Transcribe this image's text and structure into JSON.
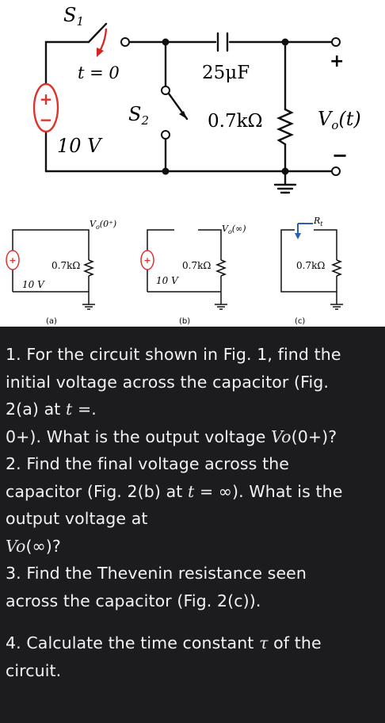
{
  "figure": {
    "fig1": {
      "switch1_label": "S",
      "switch1_sub": "1",
      "switch1_time": "t = 0",
      "switch2_label": "S",
      "switch2_sub": "2",
      "capacitor_label": "25μF",
      "resistor_label": "0.7kΩ",
      "source_label": "10 V",
      "output_label": "V",
      "output_sub": "o",
      "output_arg": "(t)",
      "plus_sign": "+",
      "minus_sign": "−"
    },
    "fig2a": {
      "top_label": "V",
      "top_sub": "o",
      "top_arg": "(0⁺)",
      "resistor_label": "0.7kΩ",
      "source_label": "10 V",
      "caption": "(a)"
    },
    "fig2b": {
      "top_label": "V",
      "top_sub": "o",
      "top_arg": "(∞)",
      "resistor_label": "0.7kΩ",
      "source_label": "10 V",
      "caption": "(b)"
    },
    "fig2c": {
      "rt_label": "R",
      "rt_sub": "t",
      "resistor_label": "0.7kΩ",
      "caption": "(c)"
    }
  },
  "questions": {
    "q1_line1": "1. For the circuit shown in Fig. 1, find the",
    "q1_line2": "initial voltage across the capacitor (Fig.",
    "q1_line3a": "2(a) at ",
    "q1_line3_var": "t",
    "q1_line3b": " =.",
    "q1_line4a": "0+). What is the output voltage ",
    "q1_line4_var": "Vo",
    "q1_line4b": "(0+)?",
    "q2_line1": "2. Find the final voltage across the",
    "q2_line2a": "capacitor (Fig. 2(b) at ",
    "q2_line2_var": "t",
    "q2_line2b": " = ∞). What is the",
    "q2_line3": "output voltage at",
    "q2_line4_var": "Vo",
    "q2_line4b": "(∞)?",
    "q3_line1": "3. Find the Thevenin resistance seen",
    "q3_line2": "across the capacitor (Fig. 2(c)).",
    "q4_line1a": "4. Calculate the time constant ",
    "q4_line1_var": "τ",
    "q4_line1b": " of the",
    "q4_line2": "circuit."
  },
  "colors": {
    "source_red": "#e0312d",
    "switch_arrow_red": "#d9231f",
    "text_panel_bg": "#1c1c1e"
  }
}
